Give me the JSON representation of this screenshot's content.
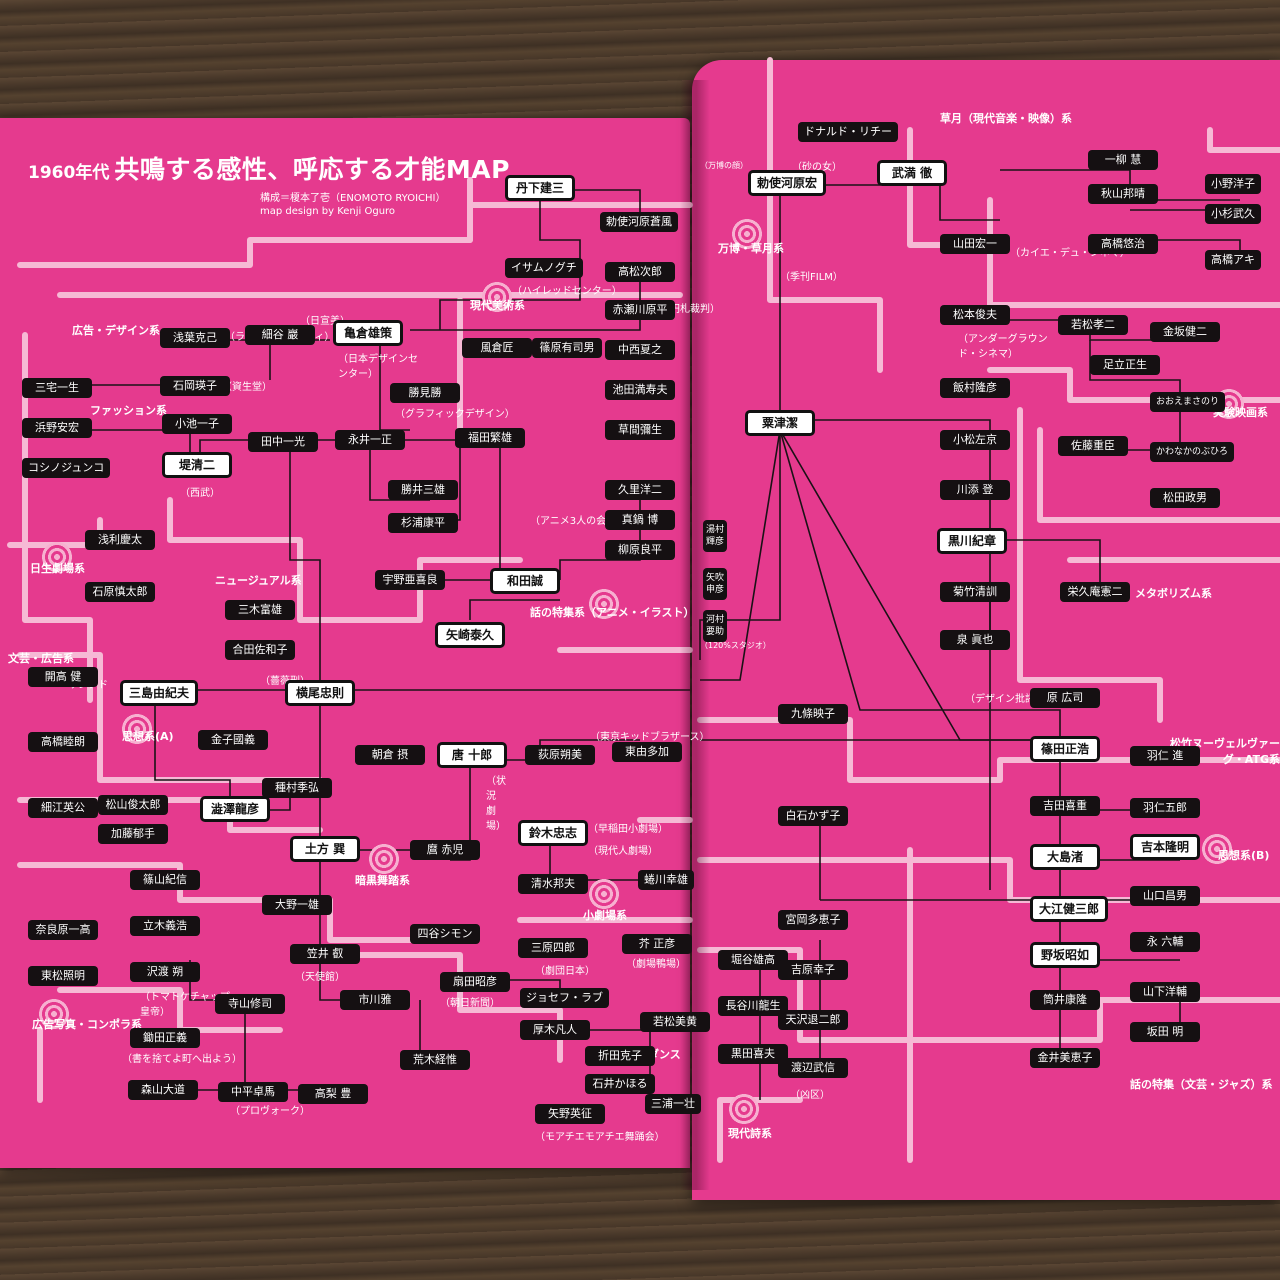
{
  "title": {
    "year": "1960年代",
    "main": "共鳴する感性、呼応する才能MAP",
    "credit": "構成＝榎本了壱（ENOMOTO RYOICHI）",
    "design": "map design by Kenji Oguro"
  },
  "groups": [
    "広告・デザイン系",
    "ファッション系",
    "現代美術系",
    "日生劇場系",
    "ニュージュアル系",
    "文芸・広告系",
    "思想系(A)",
    "暗黒舞踏系",
    "話の特集系（アニメ・イラスト）",
    "小劇場系",
    "広告写真・コンポラ系",
    "モダンダンス",
    "現代詩系",
    "万博・草月系",
    "草月（現代音楽・映像）系",
    "実験映画系",
    "メタボリズム系",
    "松竹ヌーヴェルヴァーグ・ATG系",
    "思想系(B)",
    "話の特集（文芸・ジャズ）系"
  ],
  "people": [
    {
      "name": "丹下建三",
      "hub": true
    },
    {
      "name": "勅使河原蒼風"
    },
    {
      "name": "イサムノグチ"
    },
    {
      "name": "高松次郎"
    },
    {
      "name": "赤瀬川原平"
    },
    {
      "name": "中西夏之"
    },
    {
      "name": "池田満寿夫"
    },
    {
      "name": "草間彌生"
    },
    {
      "name": "風倉匠"
    },
    {
      "name": "篠原有司男"
    },
    {
      "name": "浅葉克己"
    },
    {
      "name": "細谷 巖"
    },
    {
      "name": "亀倉雄策",
      "hub": true
    },
    {
      "name": "勝見勝"
    },
    {
      "name": "福田繁雄"
    },
    {
      "name": "永井一正"
    },
    {
      "name": "田中一光"
    },
    {
      "name": "勝井三雄"
    },
    {
      "name": "杉浦康平"
    },
    {
      "name": "三宅一生"
    },
    {
      "name": "石岡瑛子"
    },
    {
      "name": "浜野安宏"
    },
    {
      "name": "小池一子"
    },
    {
      "name": "コシノジュンコ"
    },
    {
      "name": "堤清二",
      "hub": true
    },
    {
      "name": "久里洋二"
    },
    {
      "name": "真鍋 博"
    },
    {
      "name": "柳原良平"
    },
    {
      "name": "宇野亜喜良"
    },
    {
      "name": "和田誠",
      "hub": true
    },
    {
      "name": "矢崎泰久",
      "hub": true
    },
    {
      "name": "浅利慶太"
    },
    {
      "name": "石原慎太郎"
    },
    {
      "name": "三木富雄"
    },
    {
      "name": "合田佐和子"
    },
    {
      "name": "開高 健"
    },
    {
      "name": "三島由紀夫",
      "hub": true
    },
    {
      "name": "横尾忠則",
      "hub": true
    },
    {
      "name": "高橋睦朗"
    },
    {
      "name": "金子國義"
    },
    {
      "name": "朝倉 摂"
    },
    {
      "name": "唐 十郎",
      "hub": true
    },
    {
      "name": "荻原朔美"
    },
    {
      "name": "東由多加"
    },
    {
      "name": "細江英公"
    },
    {
      "name": "松山俊太郎"
    },
    {
      "name": "加藤郁手"
    },
    {
      "name": "種村季弘"
    },
    {
      "name": "澁澤龍彦",
      "hub": true
    },
    {
      "name": "鈴木忠志",
      "hub": true
    },
    {
      "name": "土方 巽",
      "hub": true
    },
    {
      "name": "麿 赤児"
    },
    {
      "name": "清水邦夫"
    },
    {
      "name": "蜷川幸雄"
    },
    {
      "name": "篠山紀信"
    },
    {
      "name": "大野一雄"
    },
    {
      "name": "立木義浩"
    },
    {
      "name": "笠井 叡"
    },
    {
      "name": "四谷シモン"
    },
    {
      "name": "奈良原一高"
    },
    {
      "name": "三原四郎"
    },
    {
      "name": "芥 正彦"
    },
    {
      "name": "沢渡 朔"
    },
    {
      "name": "扇田昭彦"
    },
    {
      "name": "東松照明"
    },
    {
      "name": "寺山修司"
    },
    {
      "name": "市川雅"
    },
    {
      "name": "ジョセフ・ラブ"
    },
    {
      "name": "厚木凡人"
    },
    {
      "name": "若松美黄"
    },
    {
      "name": "鋤田正義"
    },
    {
      "name": "折田克子"
    },
    {
      "name": "荒木経惟"
    },
    {
      "name": "石井かほる"
    },
    {
      "name": "森山大道"
    },
    {
      "name": "中平卓馬"
    },
    {
      "name": "高梨 豊"
    },
    {
      "name": "矢野英征"
    },
    {
      "name": "三浦一壮"
    },
    {
      "name": "ドナルド・リチー"
    },
    {
      "name": "勅使河原宏",
      "hub": true
    },
    {
      "name": "武満 徹",
      "hub": true
    },
    {
      "name": "一柳 慧"
    },
    {
      "name": "小野洋子"
    },
    {
      "name": "秋山邦晴"
    },
    {
      "name": "小杉武久"
    },
    {
      "name": "高橋悠治"
    },
    {
      "name": "高橋アキ"
    },
    {
      "name": "山田宏一"
    },
    {
      "name": "松本俊夫"
    },
    {
      "name": "若松孝二"
    },
    {
      "name": "金坂健二"
    },
    {
      "name": "足立正生"
    },
    {
      "name": "飯村隆彦"
    },
    {
      "name": "おおえまさのり"
    },
    {
      "name": "粟津潔",
      "hub": true
    },
    {
      "name": "小松左京"
    },
    {
      "name": "佐藤重臣"
    },
    {
      "name": "かわなかのぶひろ"
    },
    {
      "name": "川添 登"
    },
    {
      "name": "松田政男"
    },
    {
      "name": "黒川紀章",
      "hub": true
    },
    {
      "name": "菊竹清訓"
    },
    {
      "name": "栄久庵憲二"
    },
    {
      "name": "泉 眞也"
    },
    {
      "name": "原 広司"
    },
    {
      "name": "九條映子"
    },
    {
      "name": "篠田正浩",
      "hub": true
    },
    {
      "name": "羽仁 進"
    },
    {
      "name": "吉田喜重"
    },
    {
      "name": "羽仁五郎"
    },
    {
      "name": "白石かず子"
    },
    {
      "name": "大島渚",
      "hub": true
    },
    {
      "name": "吉本隆明",
      "hub": true
    },
    {
      "name": "大江健三郎",
      "hub": true
    },
    {
      "name": "山口昌男"
    },
    {
      "name": "宮岡多恵子"
    },
    {
      "name": "野坂昭如",
      "hub": true
    },
    {
      "name": "永 六輔"
    },
    {
      "name": "堀谷雄高"
    },
    {
      "name": "吉原幸子"
    },
    {
      "name": "筒井康隆"
    },
    {
      "name": "山下洋輔"
    },
    {
      "name": "長谷川龍生"
    },
    {
      "name": "天沢退二郎"
    },
    {
      "name": "坂田 明"
    },
    {
      "name": "黒田喜夫"
    },
    {
      "name": "渡辺武信"
    },
    {
      "name": "金井美恵子"
    },
    {
      "name": "湯村輝彦"
    },
    {
      "name": "矢吹申彦"
    },
    {
      "name": "河村要助"
    }
  ],
  "notes": [
    "（ライトパブリシティ）",
    "（日宣美）",
    "（日本デザインセンター）",
    "（グラフィックデザイン）",
    "（資生堂）",
    "（西武）",
    "（アニメ3人の会）",
    "（ハイレッドセンター）",
    "（千円札裁判）",
    "（薔薇刑）",
    "（状況劇場）",
    "（東京キッドブラザース）",
    "（早稲田小劇場）",
    "（現代人劇場）",
    "（劇団日本）",
    "（劇場鴨場）",
    "（天使館）",
    "（朝日新聞）",
    "（トマトケチャップ皇帝）",
    "（書を捨てよ町へ出よう）",
    "（プロヴォーク）",
    "（モアチエモアチエ舞踊会）",
    "（砂の女）",
    "（カイエ・デュ・シネマ）",
    "（季刊FILM）",
    "（アンダーグラウンド・シネマ）",
    "（デザイン批評）",
    "（凶区）",
    "サンアド",
    "（120%スタジオ）",
    "（万博の顔）"
  ]
}
